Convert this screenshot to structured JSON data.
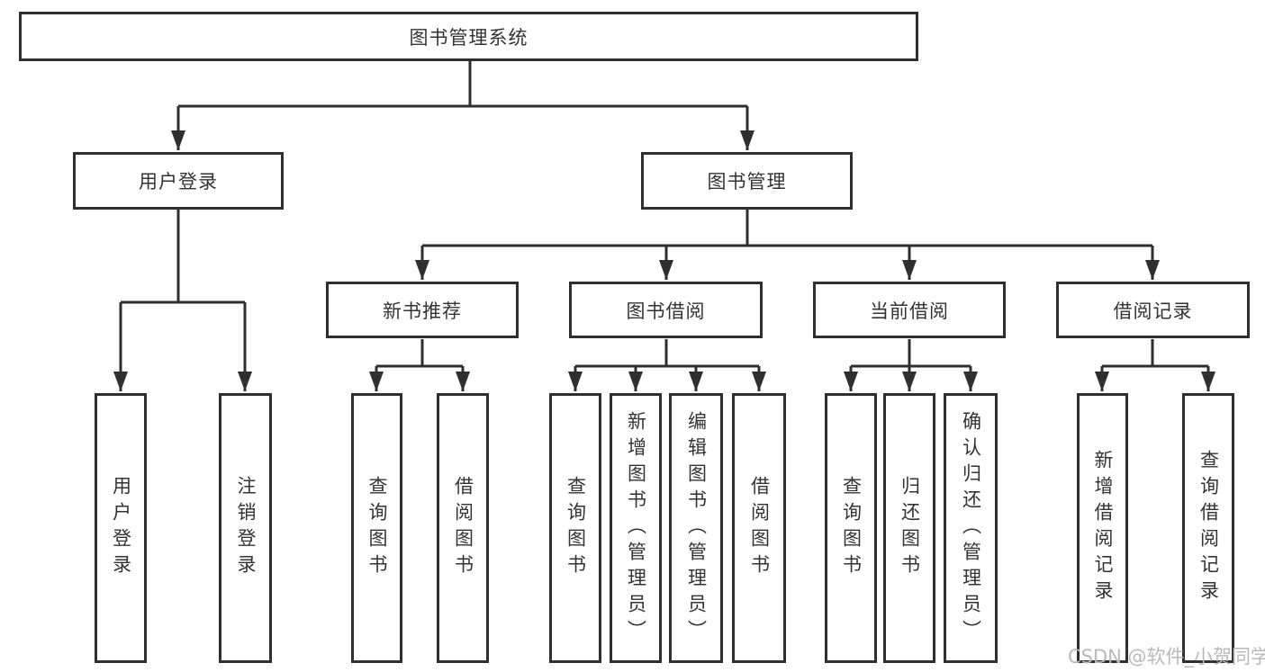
{
  "tree": {
    "label": "图书管理系统",
    "children": [
      {
        "label": "用户登录",
        "children": [
          {
            "label": "用户登录"
          },
          {
            "label": "注销登录"
          }
        ]
      },
      {
        "label": "图书管理",
        "children": [
          {
            "label": "新书推荐",
            "children": [
              {
                "label": "查询图书"
              },
              {
                "label": "借阅图书"
              }
            ]
          },
          {
            "label": "图书借阅",
            "children": [
              {
                "label": "查询图书"
              },
              {
                "label": "新增图书（管理员）"
              },
              {
                "label": "编辑图书（管理员）"
              },
              {
                "label": "借阅图书"
              }
            ]
          },
          {
            "label": "当前借阅",
            "children": [
              {
                "label": "查询图书"
              },
              {
                "label": "归还图书"
              },
              {
                "label": "确认归还（管理员）"
              }
            ]
          },
          {
            "label": "借阅记录",
            "children": [
              {
                "label": "新增借阅记录"
              },
              {
                "label": "查询借阅记录"
              }
            ]
          }
        ]
      }
    ]
  },
  "watermark": "CSDN @软件_小贺同学",
  "colors": {
    "line": "#2f2f2f",
    "box_border": "#2f2f2f",
    "text": "#333333",
    "watermark": "#b9b9b9",
    "background": "#ffffff"
  }
}
